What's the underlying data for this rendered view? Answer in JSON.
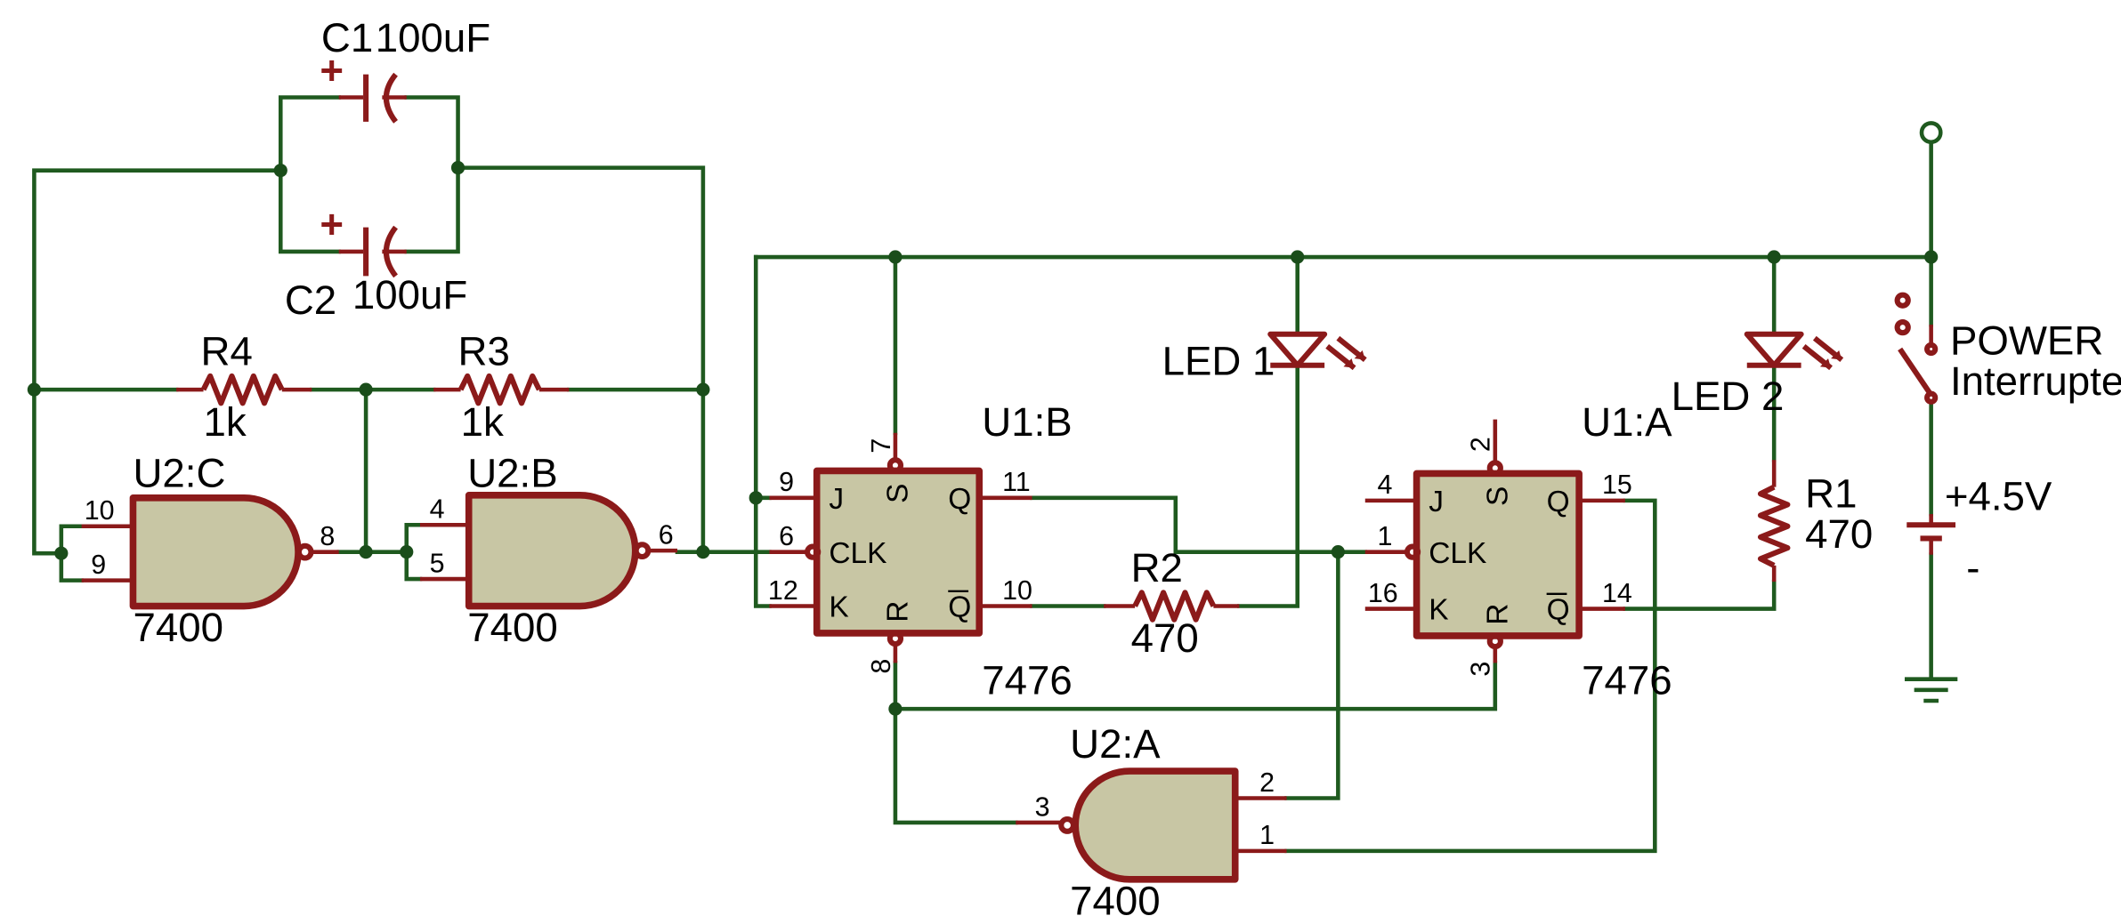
{
  "components": {
    "c1": {
      "ref": "C1",
      "value": "100uF",
      "polarity": "+"
    },
    "c2": {
      "ref": "C2",
      "value": "100uF",
      "polarity": "+"
    },
    "r4": {
      "ref": "R4",
      "value": "1k"
    },
    "r3": {
      "ref": "R3",
      "value": "1k"
    },
    "r2": {
      "ref": "R2",
      "value": "470"
    },
    "r1": {
      "ref": "R1",
      "value": "470"
    },
    "u2c": {
      "ref": "U2:C",
      "part": "7400",
      "pins": {
        "in1": "10",
        "in2": "9",
        "out": "8"
      }
    },
    "u2b": {
      "ref": "U2:B",
      "part": "7400",
      "pins": {
        "in1": "4",
        "in2": "5",
        "out": "6"
      }
    },
    "u2a": {
      "ref": "U2:A",
      "part": "7400",
      "pins": {
        "in1": "2",
        "in2": "1",
        "out": "3"
      }
    },
    "u1b": {
      "ref": "U1:B",
      "part": "7476",
      "pins": {
        "s": "7",
        "j": "9",
        "clk": "6",
        "k": "12",
        "r": "8",
        "q": "11",
        "qbar": "10"
      },
      "labels": {
        "j": "J",
        "clk": "CLK",
        "k": "K",
        "s": "S",
        "r": "R",
        "q": "Q",
        "qbar": "Q"
      }
    },
    "u1a": {
      "ref": "U1:A",
      "part": "7476",
      "pins": {
        "s": "2",
        "j": "4",
        "clk": "1",
        "k": "16",
        "r": "3",
        "q": "15",
        "qbar": "14"
      },
      "labels": {
        "j": "J",
        "clk": "CLK",
        "k": "K",
        "s": "S",
        "r": "R",
        "q": "Q",
        "qbar": "Q"
      }
    },
    "led1": {
      "ref": "LED 1"
    },
    "led2": {
      "ref": "LED 2"
    },
    "switch": {
      "ref": "POWER",
      "value": "Interrupteur"
    },
    "battery": {
      "value": "+4.5V",
      "minus": "-"
    }
  },
  "colors": {
    "wire": "#1f5a1f",
    "component": "#8b1a1a",
    "gate_fill": "#c8c6a4",
    "junction": "#1a4d1a"
  }
}
